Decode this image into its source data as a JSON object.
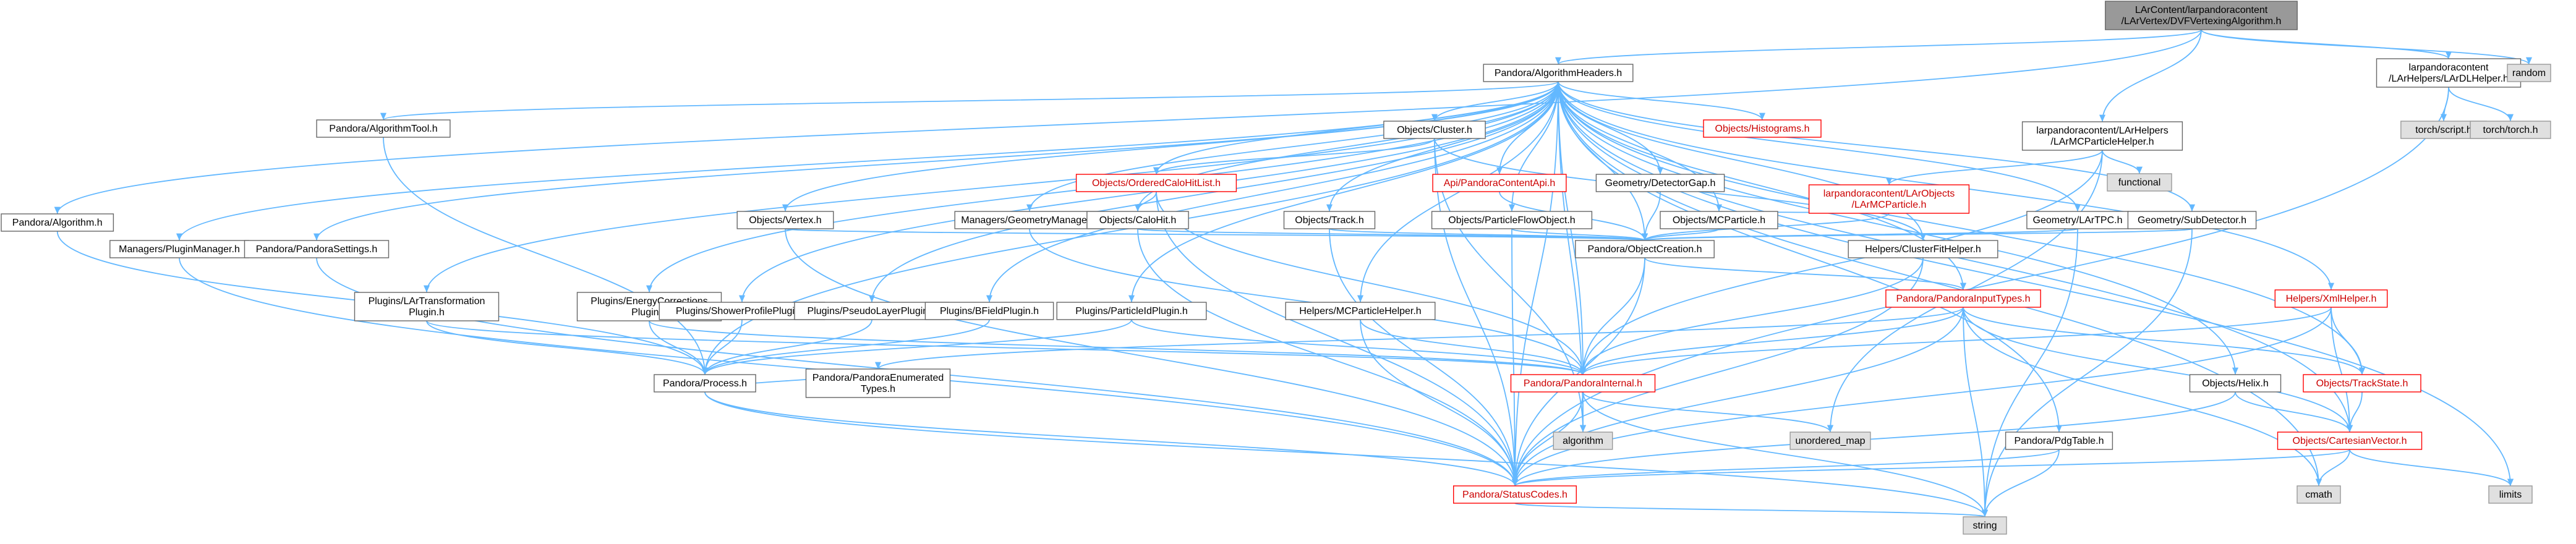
{
  "colors": {
    "edge": "#63b8ff",
    "normal_fill": "#ffffff",
    "normal_border": "#666666",
    "root_fill": "#999999",
    "root_border": "#666666",
    "external_fill": "#e0e0e0",
    "external_border": "#999999",
    "truncated_fill": "#ffffff",
    "truncated_border": "#ff0000",
    "text": "#000000",
    "text_red": "#cc0000"
  },
  "nodes": [
    {
      "id": "root",
      "lines": [
        "LArContent/larpandoracontent",
        "/LArVertex/DVFVertexingAlgorithm.h"
      ],
      "kind": "root"
    },
    {
      "id": "pah",
      "lines": [
        "Pandora/AlgorithmHeaders.h"
      ],
      "kind": "normal"
    },
    {
      "id": "lardl",
      "lines": [
        "larpandoracontent",
        "/LArHelpers/LArDLHelper.h"
      ],
      "kind": "normal"
    },
    {
      "id": "random",
      "lines": [
        "random"
      ],
      "kind": "external"
    },
    {
      "id": "tscript",
      "lines": [
        "torch/script.h"
      ],
      "kind": "external"
    },
    {
      "id": "ttorch",
      "lines": [
        "torch/torch.h"
      ],
      "kind": "external"
    },
    {
      "id": "palg",
      "lines": [
        "Pandora/Algorithm.h"
      ],
      "kind": "normal"
    },
    {
      "id": "larmcp",
      "lines": [
        "larpandoracontent/LArHelpers",
        "/LArMCParticleHelper.h"
      ],
      "kind": "normal"
    },
    {
      "id": "functional",
      "lines": [
        "functional"
      ],
      "kind": "external"
    },
    {
      "id": "larobjmcp",
      "lines": [
        "larpandoracontent/LArObjects",
        "/LArMCParticle.h"
      ],
      "kind": "truncated"
    },
    {
      "id": "algtool",
      "lines": [
        "Pandora/AlgorithmTool.h"
      ],
      "kind": "normal"
    },
    {
      "id": "cluster",
      "lines": [
        "Objects/Cluster.h"
      ],
      "kind": "normal"
    },
    {
      "id": "hist",
      "lines": [
        "Objects/Histograms.h"
      ],
      "kind": "truncated"
    },
    {
      "id": "ocal",
      "lines": [
        "Objects/OrderedCaloHitList.h"
      ],
      "kind": "truncated"
    },
    {
      "id": "api",
      "lines": [
        "Api/PandoraContentApi.h"
      ],
      "kind": "truncated"
    },
    {
      "id": "detgap",
      "lines": [
        "Geometry/DetectorGap.h"
      ],
      "kind": "normal"
    },
    {
      "id": "vertex",
      "lines": [
        "Objects/Vertex.h"
      ],
      "kind": "normal"
    },
    {
      "id": "geomgr",
      "lines": [
        "Managers/GeometryManager.h"
      ],
      "kind": "normal"
    },
    {
      "id": "calohit",
      "lines": [
        "Objects/CaloHit.h"
      ],
      "kind": "normal"
    },
    {
      "id": "track",
      "lines": [
        "Objects/Track.h"
      ],
      "kind": "normal"
    },
    {
      "id": "pfo",
      "lines": [
        "Objects/ParticleFlowObject.h"
      ],
      "kind": "normal"
    },
    {
      "id": "mcp",
      "lines": [
        "Objects/MCParticle.h"
      ],
      "kind": "normal"
    },
    {
      "id": "lartpc",
      "lines": [
        "Geometry/LArTPC.h"
      ],
      "kind": "normal"
    },
    {
      "id": "subdet",
      "lines": [
        "Geometry/SubDetector.h"
      ],
      "kind": "normal"
    },
    {
      "id": "plugmgr",
      "lines": [
        "Managers/PluginManager.h"
      ],
      "kind": "normal"
    },
    {
      "id": "psettings",
      "lines": [
        "Pandora/PandoraSettings.h"
      ],
      "kind": "normal"
    },
    {
      "id": "objcre",
      "lines": [
        "Pandora/ObjectCreation.h"
      ],
      "kind": "normal"
    },
    {
      "id": "cfhelper",
      "lines": [
        "Helpers/ClusterFitHelper.h"
      ],
      "kind": "normal"
    },
    {
      "id": "lartrans",
      "lines": [
        "Plugins/LArTransformation",
        "Plugin.h"
      ],
      "kind": "normal"
    },
    {
      "id": "energy",
      "lines": [
        "Plugins/EnergyCorrections",
        "Plugin.h"
      ],
      "kind": "normal"
    },
    {
      "id": "shower",
      "lines": [
        "Plugins/ShowerProfilePlugin.h"
      ],
      "kind": "normal"
    },
    {
      "id": "pseudo",
      "lines": [
        "Plugins/PseudoLayerPlugin.h"
      ],
      "kind": "normal"
    },
    {
      "id": "bfield",
      "lines": [
        "Plugins/BFieldPlugin.h"
      ],
      "kind": "normal"
    },
    {
      "id": "partid",
      "lines": [
        "Plugins/ParticleIdPlugin.h"
      ],
      "kind": "normal"
    },
    {
      "id": "mcphelp",
      "lines": [
        "Helpers/MCParticleHelper.h"
      ],
      "kind": "normal"
    },
    {
      "id": "pinput",
      "lines": [
        "Pandora/PandoraInputTypes.h"
      ],
      "kind": "truncated"
    },
    {
      "id": "xml",
      "lines": [
        "Helpers/XmlHelper.h"
      ],
      "kind": "truncated"
    },
    {
      "id": "penum",
      "lines": [
        "Pandora/PandoraEnumerated",
        "Types.h"
      ],
      "kind": "normal"
    },
    {
      "id": "pprocess",
      "lines": [
        "Pandora/Process.h"
      ],
      "kind": "normal"
    },
    {
      "id": "pinternal",
      "lines": [
        "Pandora/PandoraInternal.h"
      ],
      "kind": "truncated"
    },
    {
      "id": "trackstate",
      "lines": [
        "Objects/TrackState.h"
      ],
      "kind": "truncated"
    },
    {
      "id": "helix",
      "lines": [
        "Objects/Helix.h"
      ],
      "kind": "normal"
    },
    {
      "id": "algorithm",
      "lines": [
        "algorithm"
      ],
      "kind": "external"
    },
    {
      "id": "umap",
      "lines": [
        "unordered_map"
      ],
      "kind": "external"
    },
    {
      "id": "pdg",
      "lines": [
        "Pandora/PdgTable.h"
      ],
      "kind": "normal"
    },
    {
      "id": "cartvec",
      "lines": [
        "Objects/CartesianVector.h"
      ],
      "kind": "truncated"
    },
    {
      "id": "cmath",
      "lines": [
        "cmath"
      ],
      "kind": "external"
    },
    {
      "id": "limits",
      "lines": [
        "limits"
      ],
      "kind": "external"
    },
    {
      "id": "status",
      "lines": [
        "Pandora/StatusCodes.h"
      ],
      "kind": "truncated"
    },
    {
      "id": "string",
      "lines": [
        "string"
      ],
      "kind": "external"
    }
  ]
}
